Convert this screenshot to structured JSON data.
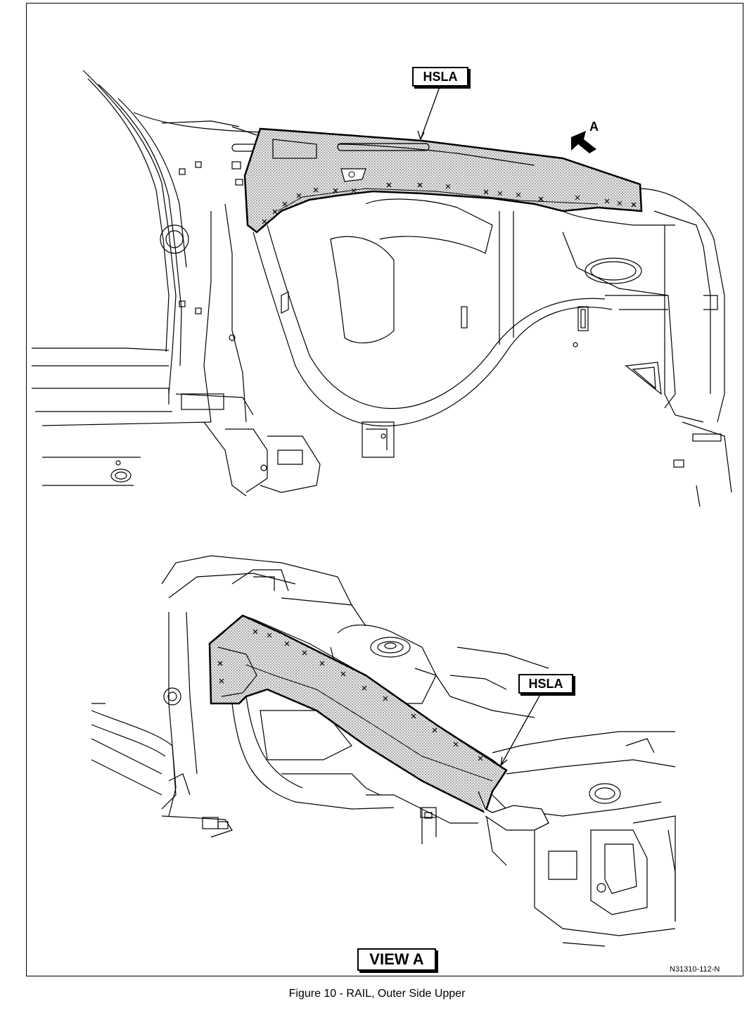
{
  "labels": {
    "material_top": "HSLA",
    "material_bottom": "HSLA",
    "view_marker": "A",
    "view_title": "VIEW A",
    "part_number": "N31310-112-N",
    "caption": "Figure 10 - RAIL, Outer Side Upper"
  },
  "icons": {
    "view_arrow": "view-direction-arrow-icon"
  },
  "colors": {
    "line": "#000000",
    "highlight_fill": "#d8d8d8",
    "background": "#ffffff"
  }
}
